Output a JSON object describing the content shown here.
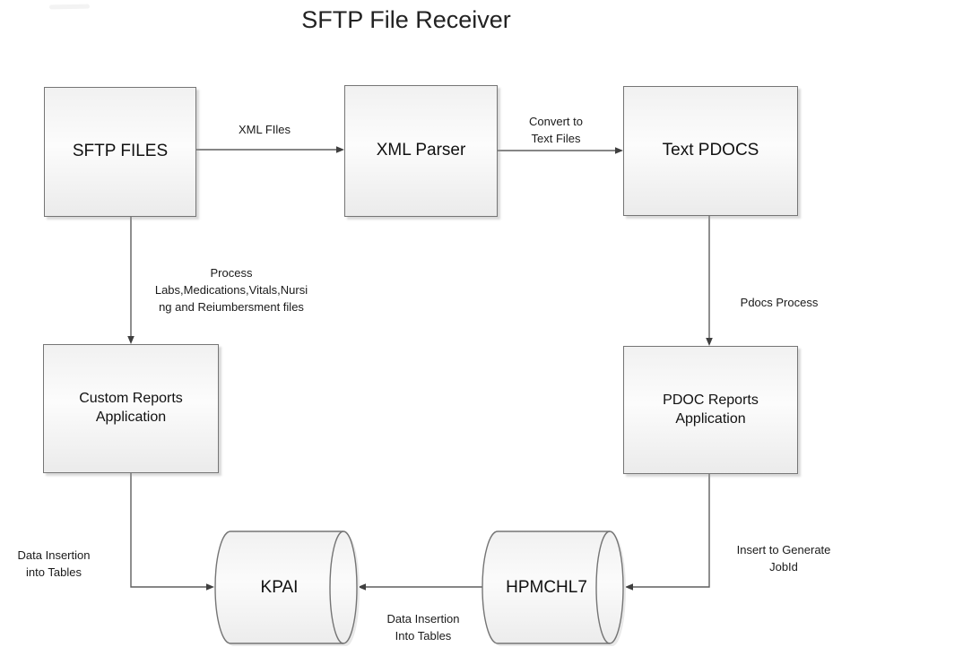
{
  "title": "SFTP File Receiver",
  "colors": {
    "box_border": "#757575",
    "box_fill_top": "#f1f1f1",
    "box_fill_mid": "#fcfcfc",
    "box_fill_bottom": "#ebebeb",
    "connector_line": "#5f5f5f",
    "arrowhead": "#3f3f3f",
    "text": "#1a1a1a"
  },
  "nodes": {
    "sftp_files": {
      "label": "SFTP FILES",
      "shape": "rectangle"
    },
    "xml_parser": {
      "label": "XML Parser",
      "shape": "rectangle"
    },
    "text_pdocs": {
      "label": "Text PDOCS",
      "shape": "rectangle"
    },
    "custom_reports": {
      "label": "Custom Reports\nApplication",
      "shape": "rectangle"
    },
    "pdoc_reports": {
      "label": "PDOC Reports\nApplication",
      "shape": "rectangle"
    },
    "kpai": {
      "label": "KPAI",
      "shape": "cylinder"
    },
    "hpmchl7": {
      "label": "HPMCHL7",
      "shape": "cylinder"
    }
  },
  "edges": {
    "sftp_to_parser": {
      "label": "XML FIles",
      "from": "sftp_files",
      "to": "xml_parser"
    },
    "parser_to_pdocs": {
      "label": "Convert to\nText Files",
      "from": "xml_parser",
      "to": "text_pdocs"
    },
    "sftp_to_custom": {
      "label": "Process\nLabs,Medications,Vitals,Nursi\nng and Reiumbersment files",
      "from": "sftp_files",
      "to": "custom_reports"
    },
    "pdocs_to_pdoc_reports": {
      "label": "Pdocs Process",
      "from": "text_pdocs",
      "to": "pdoc_reports"
    },
    "custom_to_kpai": {
      "label": "Data Insertion\ninto Tables",
      "from": "custom_reports",
      "to": "kpai"
    },
    "pdoc_to_hpmchl7": {
      "label": "Insert to Generate\nJobId",
      "from": "pdoc_reports",
      "to": "hpmchl7"
    },
    "hpmchl7_to_kpai": {
      "label": "Data Insertion\nInto Tables",
      "from": "hpmchl7",
      "to": "kpai"
    }
  }
}
